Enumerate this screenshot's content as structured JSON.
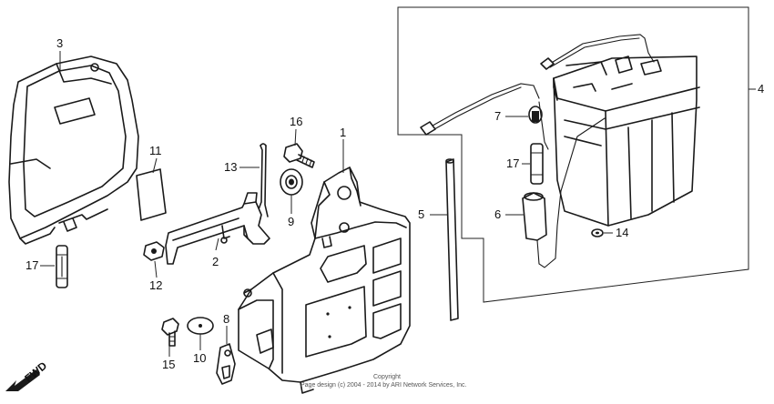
{
  "callouts": [
    {
      "id": "p1",
      "label": "1"
    },
    {
      "id": "p2",
      "label": "2"
    },
    {
      "id": "p3",
      "label": "3"
    },
    {
      "id": "p4",
      "label": "4"
    },
    {
      "id": "p5",
      "label": "5"
    },
    {
      "id": "p6",
      "label": "6"
    },
    {
      "id": "p7",
      "label": "7"
    },
    {
      "id": "p8",
      "label": "8"
    },
    {
      "id": "p9",
      "label": "9"
    },
    {
      "id": "p10",
      "label": "10"
    },
    {
      "id": "p11",
      "label": "11"
    },
    {
      "id": "p12",
      "label": "12"
    },
    {
      "id": "p13",
      "label": "13"
    },
    {
      "id": "p14",
      "label": "14"
    },
    {
      "id": "p15",
      "label": "15"
    },
    {
      "id": "p16",
      "label": "16"
    },
    {
      "id": "p17a",
      "label": "17"
    },
    {
      "id": "p17b",
      "label": "17"
    }
  ],
  "direction_label": "FWD",
  "copyright": {
    "line1": "Copyright",
    "line2": "Page design (c) 2004 - 2014 by ARI Network Services, Inc."
  }
}
